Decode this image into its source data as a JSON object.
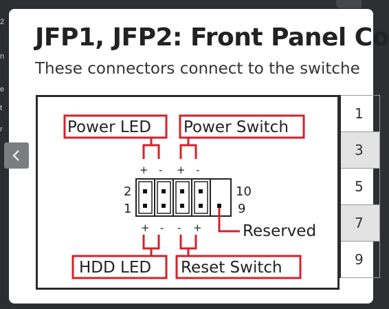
{
  "page": {
    "title": "JFP1, JFP2: Front Panel Co",
    "subtitle": "These connectors connect to the switche"
  },
  "nav": {
    "prev_icon": "chevron-left-icon",
    "edge_glyphs": [
      "2",
      "n",
      "e",
      "t",
      "r"
    ]
  },
  "diagram": {
    "labels": {
      "power_led": "Power LED",
      "power_switch": "Power Switch",
      "hdd_led": "HDD LED",
      "reset_switch": "Reset Switch",
      "reserved": "Reserved"
    },
    "pin_numbers": {
      "top_left": "2",
      "bottom_left": "1",
      "top_right": "10",
      "bottom_right": "9"
    },
    "top_polarity": [
      "+",
      "-",
      "+",
      "-"
    ],
    "bottom_polarity": [
      "+",
      "-",
      "-",
      "+"
    ],
    "accent_color": "#d7202b"
  },
  "pin_table": {
    "rows": [
      "1",
      "3",
      "5",
      "7",
      "9"
    ],
    "shaded_rows": [
      1,
      3
    ]
  }
}
